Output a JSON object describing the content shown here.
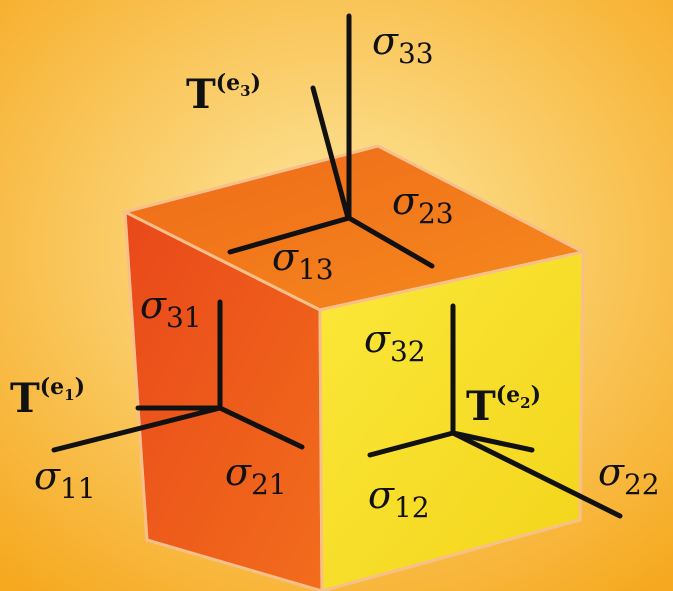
{
  "colors": {
    "background_center": "#fde8a0",
    "background_edge": "#f6a81e",
    "face_top": "#f07a1a",
    "face_left": "#ea5416",
    "face_right": "#f5e418",
    "axis": "#111111"
  },
  "labels": {
    "sigma33": {
      "sym": "σ",
      "sub": "33"
    },
    "sigma23": {
      "sym": "σ",
      "sub": "23"
    },
    "sigma13": {
      "sym": "σ",
      "sub": "13"
    },
    "sigma31": {
      "sym": "σ",
      "sub": "31"
    },
    "sigma32": {
      "sym": "σ",
      "sub": "32"
    },
    "sigma11": {
      "sym": "σ",
      "sub": "11"
    },
    "sigma21": {
      "sym": "σ",
      "sub": "21"
    },
    "sigma12": {
      "sym": "σ",
      "sub": "12"
    },
    "sigma22": {
      "sym": "σ",
      "sub": "22"
    },
    "T_e3": {
      "sym": "T",
      "sup_open": "(e",
      "sup_sub": "3",
      "sup_close": ")"
    },
    "T_e1": {
      "sym": "T",
      "sup_open": "(e",
      "sup_sub": "1",
      "sup_close": ")"
    },
    "T_e2": {
      "sym": "T",
      "sup_open": "(e",
      "sup_sub": "2",
      "sup_close": ")"
    }
  }
}
